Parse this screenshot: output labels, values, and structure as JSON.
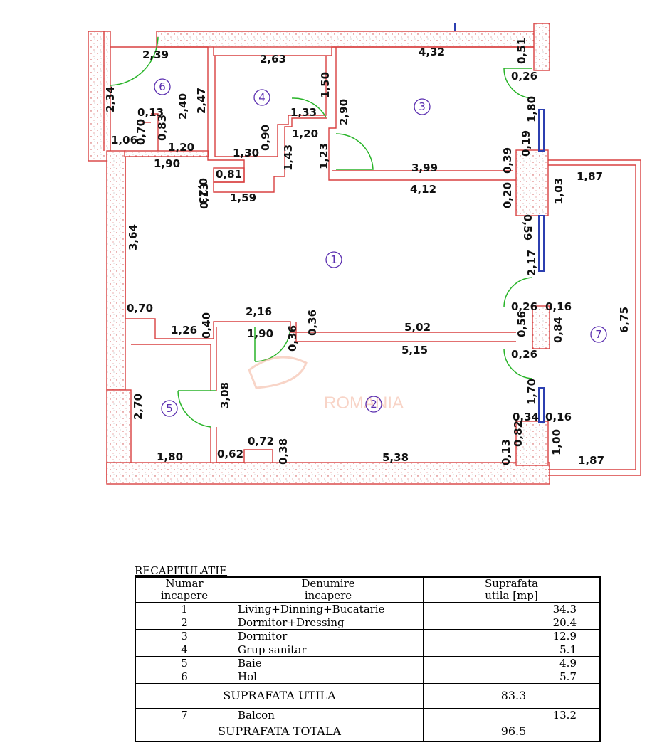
{
  "plan": {
    "dims": [
      "2,39",
      "2,63",
      "4,32",
      "0,51",
      "0,26",
      "2,34",
      "2,47",
      "2,40",
      "1,50",
      "1,33",
      "2,90",
      "1,80",
      "0,13",
      "0,70",
      "0,83",
      "1,06",
      "1,20",
      "0,90",
      "1,20",
      "1,30",
      "1,43",
      "1,23",
      "0,19",
      "0,39",
      "1,90",
      "0,23",
      "0,81",
      "0,13",
      "1,59",
      "3,99",
      "4,12",
      "1,87",
      "1,03",
      "0,20",
      "0,59",
      "3,64",
      "2,17",
      "0,70",
      "2,16",
      "0,36",
      "0,26",
      "0,16",
      "1,26",
      "0,40",
      "1,90",
      "0,36",
      "5,02",
      "0,56",
      "0,84",
      "6,75",
      "5,15",
      "0,26",
      "3,08",
      "1,70",
      "2,70",
      "0,34",
      "0,16",
      "0,72",
      "0,62",
      "0,38",
      "5,38",
      "0,13",
      "0,82",
      "1,00",
      "1,87",
      "1,80"
    ],
    "rooms": [
      "1",
      "2",
      "3",
      "4",
      "5",
      "6",
      "7"
    ],
    "watermark": "ROMANIA"
  },
  "recap": {
    "title": "RECAPITULATIE",
    "headers": {
      "c1a": "Numar",
      "c1b": "incapere",
      "c2a": "Denumire",
      "c2b": "incapere",
      "c3a": "Suprafata",
      "c3b": "utila [mp]"
    },
    "rows": [
      {
        "num": "1",
        "name": "Living+Dinning+Bucatarie",
        "area": "34.3"
      },
      {
        "num": "2",
        "name": "Dormitor+Dressing",
        "area": "20.4"
      },
      {
        "num": "3",
        "name": "Dormitor",
        "area": "12.9"
      },
      {
        "num": "4",
        "name": "Grup sanitar",
        "area": "5.1"
      },
      {
        "num": "5",
        "name": "Baie",
        "area": "4.9"
      },
      {
        "num": "6",
        "name": "Hol",
        "area": "5.7"
      }
    ],
    "useful_label": "SUPRAFATA UTILA",
    "useful_value": "83.3",
    "balcony": {
      "num": "7",
      "name": "Balcon",
      "area": "13.2"
    },
    "total_label": "SUPRAFATA TOTALA",
    "total_value": "96.5"
  }
}
